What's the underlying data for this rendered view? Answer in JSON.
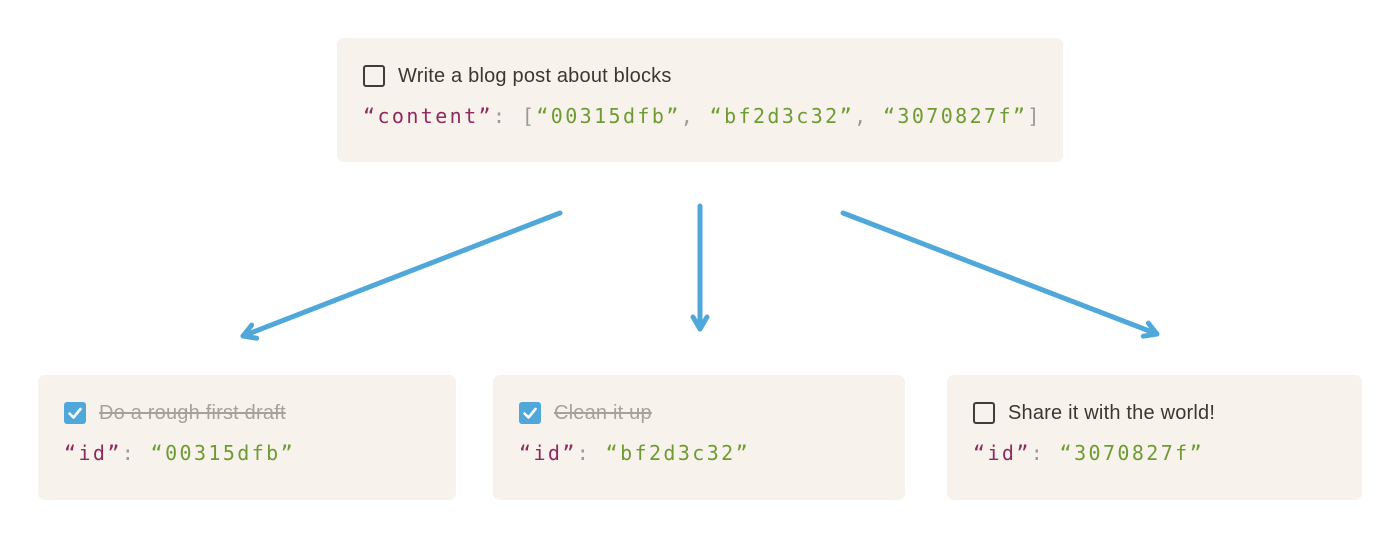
{
  "colors": {
    "page_bg": "#ffffff",
    "card_bg": "#f7f2ec",
    "text_dark": "#3b3831",
    "text_muted_strikethrough": "#a6a29b",
    "code_key": "#8e2a5e",
    "code_value": "#6e9b32",
    "code_punct": "#9b9a96",
    "accent_blue": "#4fa8d9"
  },
  "parent_block": {
    "checked": false,
    "todo_label": "Write a blog post about blocks",
    "code": {
      "key": "“content”",
      "colon": ": ",
      "open_bracket": "[",
      "values": [
        "“00315dfb”",
        "“bf2d3c32”",
        "“3070827f”"
      ],
      "separator": ", ",
      "close_bracket": "]"
    }
  },
  "child_blocks": [
    {
      "checked": true,
      "todo_label": "Do a rough first draft",
      "code": {
        "key": "“id”",
        "colon": ": ",
        "value": "“00315dfb”"
      }
    },
    {
      "checked": true,
      "todo_label": "Clean it up",
      "code": {
        "key": "“id”",
        "colon": ": ",
        "value": "“bf2d3c32”"
      }
    },
    {
      "checked": false,
      "todo_label": "Share it with the world!",
      "code": {
        "key": "“id”",
        "colon": ": ",
        "value": "“3070827f”"
      }
    }
  ],
  "arrows": {
    "count": 3,
    "description": "parent-to-child-links"
  }
}
